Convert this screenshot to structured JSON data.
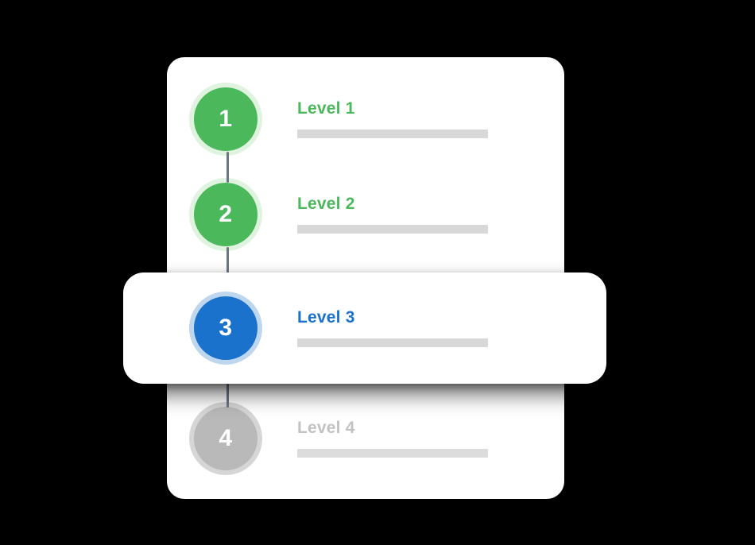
{
  "panel": {
    "background_color": "#ffffff",
    "corner_radius": "22px"
  },
  "theme": {
    "completed_color": "#4cb85c",
    "completed_ring_color": "#dff3df",
    "current_color": "#1b72cc",
    "current_ring_color": "#bed7ee",
    "locked_color": "#b9b9b9",
    "locked_ring_color": "#d6d6d6",
    "connector_color": "#6b7785",
    "placeholder_bar_color": "#d8d8d8",
    "page_background": "#000000"
  },
  "steps": [
    {
      "number": "1",
      "label": "Level 1",
      "state": "completed",
      "badge_class": "green",
      "title_class": "green",
      "bar_class": "",
      "highlighted": false
    },
    {
      "number": "2",
      "label": "Level 2",
      "state": "completed",
      "badge_class": "green",
      "title_class": "green",
      "bar_class": "",
      "highlighted": false
    },
    {
      "number": "3",
      "label": "Level 3",
      "state": "current",
      "badge_class": "blue",
      "title_class": "blue",
      "bar_class": "",
      "highlighted": true
    },
    {
      "number": "4",
      "label": "Level 4",
      "state": "locked",
      "badge_class": "grey",
      "title_class": "grey",
      "bar_class": "muted",
      "highlighted": false
    }
  ],
  "connectors": [
    {
      "from": "1",
      "to": "2"
    },
    {
      "from": "2",
      "to": "3"
    },
    {
      "from": "3",
      "to": "4"
    }
  ]
}
